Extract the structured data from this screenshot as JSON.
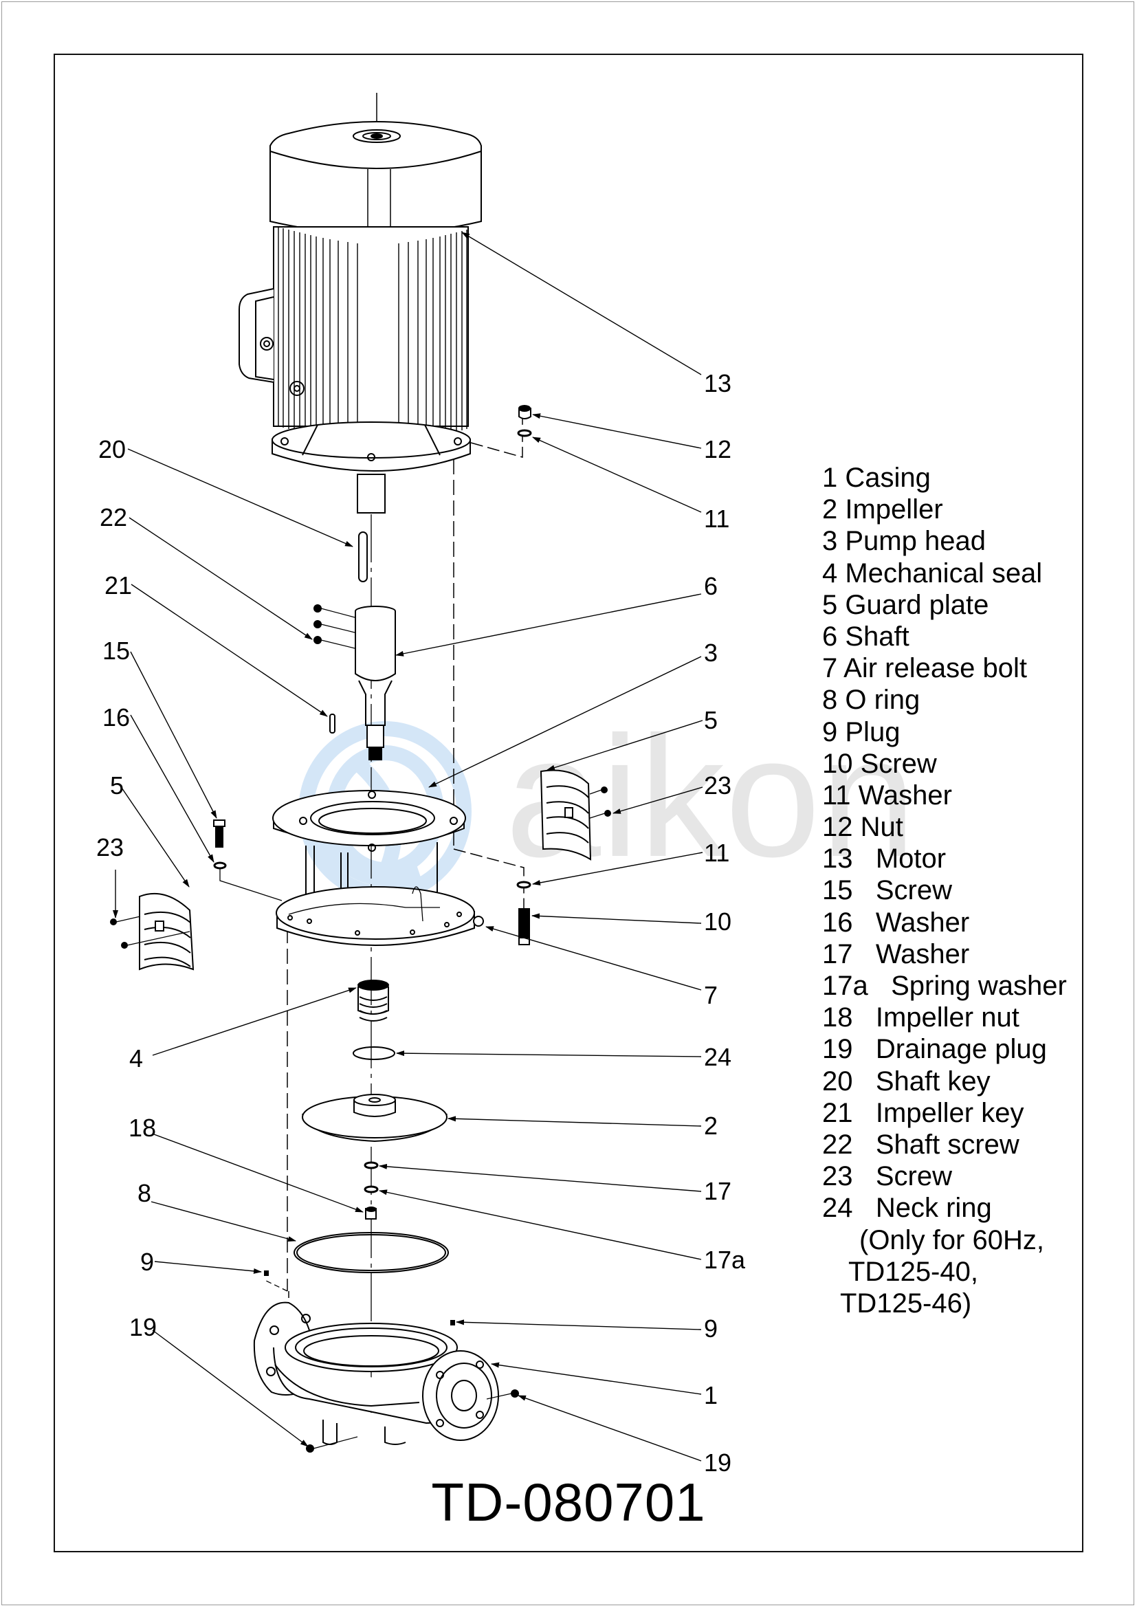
{
  "drawing": {
    "number": "TD-080701",
    "watermark": "aikon",
    "watermark_colors": {
      "logo": "#d4e6f7",
      "text": "#e4e4e4"
    }
  },
  "legend": [
    {
      "num": "1",
      "sep": " ",
      "label": "Casing"
    },
    {
      "num": "2",
      "sep": " ",
      "label": "Impeller"
    },
    {
      "num": "3",
      "sep": " ",
      "label": "Pump head"
    },
    {
      "num": "4",
      "sep": " ",
      "label": "Mechanical seal"
    },
    {
      "num": "5",
      "sep": " ",
      "label": "Guard plate"
    },
    {
      "num": "6",
      "sep": " ",
      "label": "Shaft"
    },
    {
      "num": "7",
      "sep": " ",
      "label": "Air release bolt"
    },
    {
      "num": "8",
      "sep": " ",
      "label": "O ring"
    },
    {
      "num": "9",
      "sep": " ",
      "label": "Plug"
    },
    {
      "num": "10",
      "sep": " ",
      "label": "Screw"
    },
    {
      "num": "11",
      "sep": " ",
      "label": "Washer"
    },
    {
      "num": "12",
      "sep": " ",
      "label": "Nut"
    },
    {
      "num": "13",
      "sep": "   ",
      "label": "Motor"
    },
    {
      "num": "15",
      "sep": "   ",
      "label": "Screw"
    },
    {
      "num": "16",
      "sep": "   ",
      "label": "Washer"
    },
    {
      "num": "17",
      "sep": "   ",
      "label": "Washer"
    },
    {
      "num": "17a",
      "sep": "   ",
      "label": "Spring washer"
    },
    {
      "num": "18",
      "sep": "   ",
      "label": "Impeller nut"
    },
    {
      "num": "19",
      "sep": "   ",
      "label": "Drainage plug"
    },
    {
      "num": "20",
      "sep": "   ",
      "label": "Shaft key"
    },
    {
      "num": "21",
      "sep": "   ",
      "label": "Impeller key"
    },
    {
      "num": "22",
      "sep": "   ",
      "label": "Shaft screw"
    },
    {
      "num": "23",
      "sep": "   ",
      "label": "Screw"
    },
    {
      "num": "24",
      "sep": "   ",
      "label": "Neck ring"
    }
  ],
  "legend_note": [
    "(Only for 60Hz,",
    "TD125-40,",
    "TD125-46)"
  ],
  "callouts": {
    "c13": "13",
    "c12": "12",
    "c11a": "11",
    "c20": "20",
    "c22": "22",
    "c6": "6",
    "c21": "21",
    "c3": "3",
    "c15": "15",
    "c16": "16",
    "c5a": "5",
    "c5b": "5",
    "c23a": "23",
    "c23b": "23",
    "c11b": "11",
    "c10": "10",
    "c7": "7",
    "c4": "4",
    "c24": "24",
    "c18": "18",
    "c2": "2",
    "c8": "8",
    "c17": "17",
    "c17a": "17a",
    "c9a": "9",
    "c9b": "9",
    "c19a": "19",
    "c1": "1",
    "c19b": "19"
  }
}
